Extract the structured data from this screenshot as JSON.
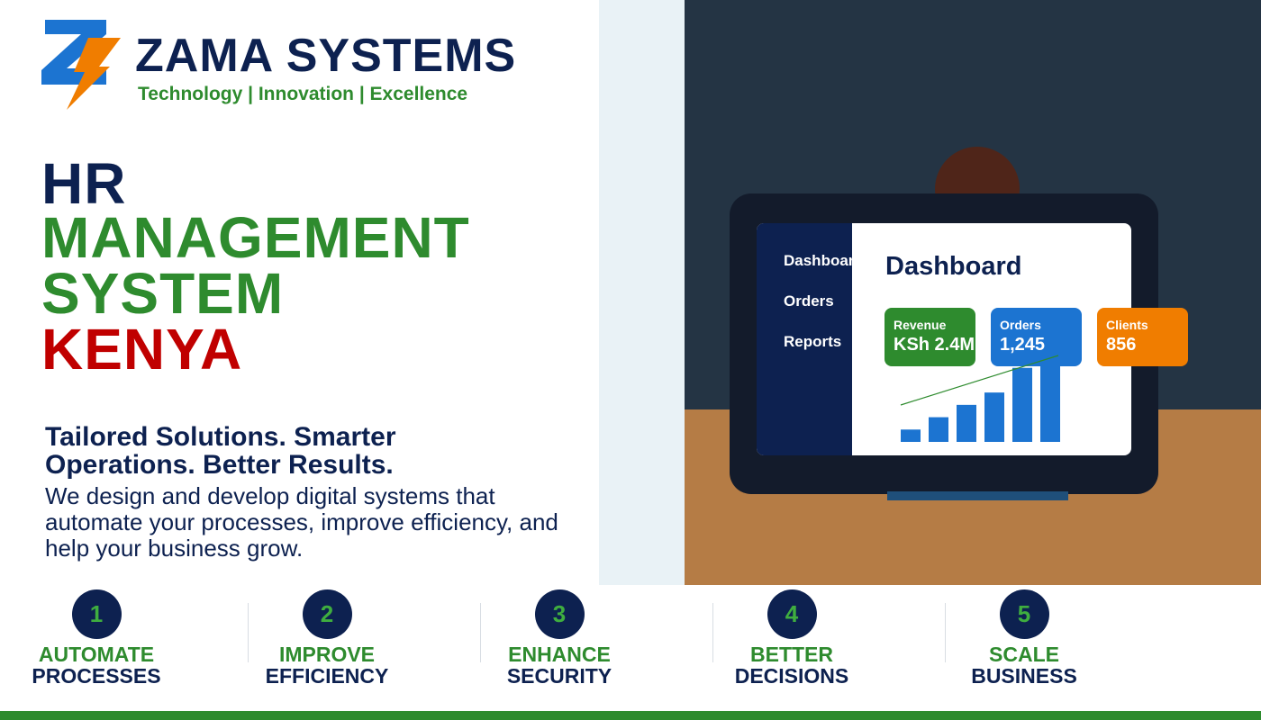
{
  "brand": {
    "name": "ZAMA SYSTEMS",
    "tagline": "Technology | Innovation | Excellence",
    "colors": {
      "navy": "#0d2150",
      "green": "#2e8b2e",
      "red": "#c00000",
      "blue": "#1c74d1",
      "orange": "#f07d00"
    }
  },
  "headline": {
    "line1": "HR",
    "line2": "MANAGEMENT",
    "line3": "SYSTEM",
    "line4": "KENYA"
  },
  "tagline": "Tailored Solutions. Smarter Operations. Better Results.",
  "description": "We design and develop digital systems that automate your processes, improve efficiency, and help your business grow.",
  "dashboard": {
    "sidebar": [
      "Dashboard",
      "Orders",
      "Reports"
    ],
    "title": "Dashboard",
    "cards": [
      {
        "label": "Revenue",
        "value": "KSh 2.4M"
      },
      {
        "label": "Orders",
        "value": "1,245"
      },
      {
        "label": "Clients",
        "value": "856"
      }
    ],
    "chart_bars": [
      1,
      2,
      3,
      4,
      6,
      7
    ]
  },
  "steps": [
    {
      "num": "1",
      "t1": "AUTOMATE",
      "t2": "PROCESSES"
    },
    {
      "num": "2",
      "t1": "IMPROVE",
      "t2": "EFFICIENCY"
    },
    {
      "num": "3",
      "t1": "ENHANCE",
      "t2": "SECURITY"
    },
    {
      "num": "4",
      "t1": "BETTER",
      "t2": "DECISIONS"
    },
    {
      "num": "5",
      "t1": "SCALE",
      "t2": "BUSINESS"
    }
  ]
}
